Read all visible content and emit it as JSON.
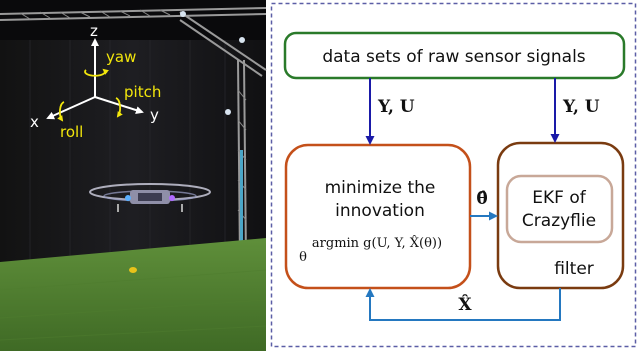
{
  "photo": {
    "axes": {
      "z": "z",
      "x": "x",
      "y": "y",
      "yaw": "yaw",
      "pitch": "pitch",
      "roll": "roll"
    },
    "axis_color": "#ffffff",
    "label_color": "#f2e60c"
  },
  "diagram": {
    "frame_color": "#5b5ea6",
    "top_box": {
      "text": "data sets of raw sensor signals",
      "color": "#2a7a2a"
    },
    "left_box": {
      "line1": "minimize the",
      "line2": "innovation",
      "formula": "argmin g(U, Y, X̂(θ))",
      "formula_sub": "θ",
      "color": "#c4501a"
    },
    "right_box": {
      "inner_line1": "EKF of",
      "inner_line2": "Crazyflie",
      "footer": "filter",
      "color": "#7a3b10",
      "inner_color": "#c8a898"
    },
    "arrows": {
      "left_input": "Y, U",
      "right_input": "Y, U",
      "theta": "θ̂",
      "feedback": "X̂",
      "input_color": "#1a1aa8",
      "signal_color": "#2478c0"
    }
  }
}
